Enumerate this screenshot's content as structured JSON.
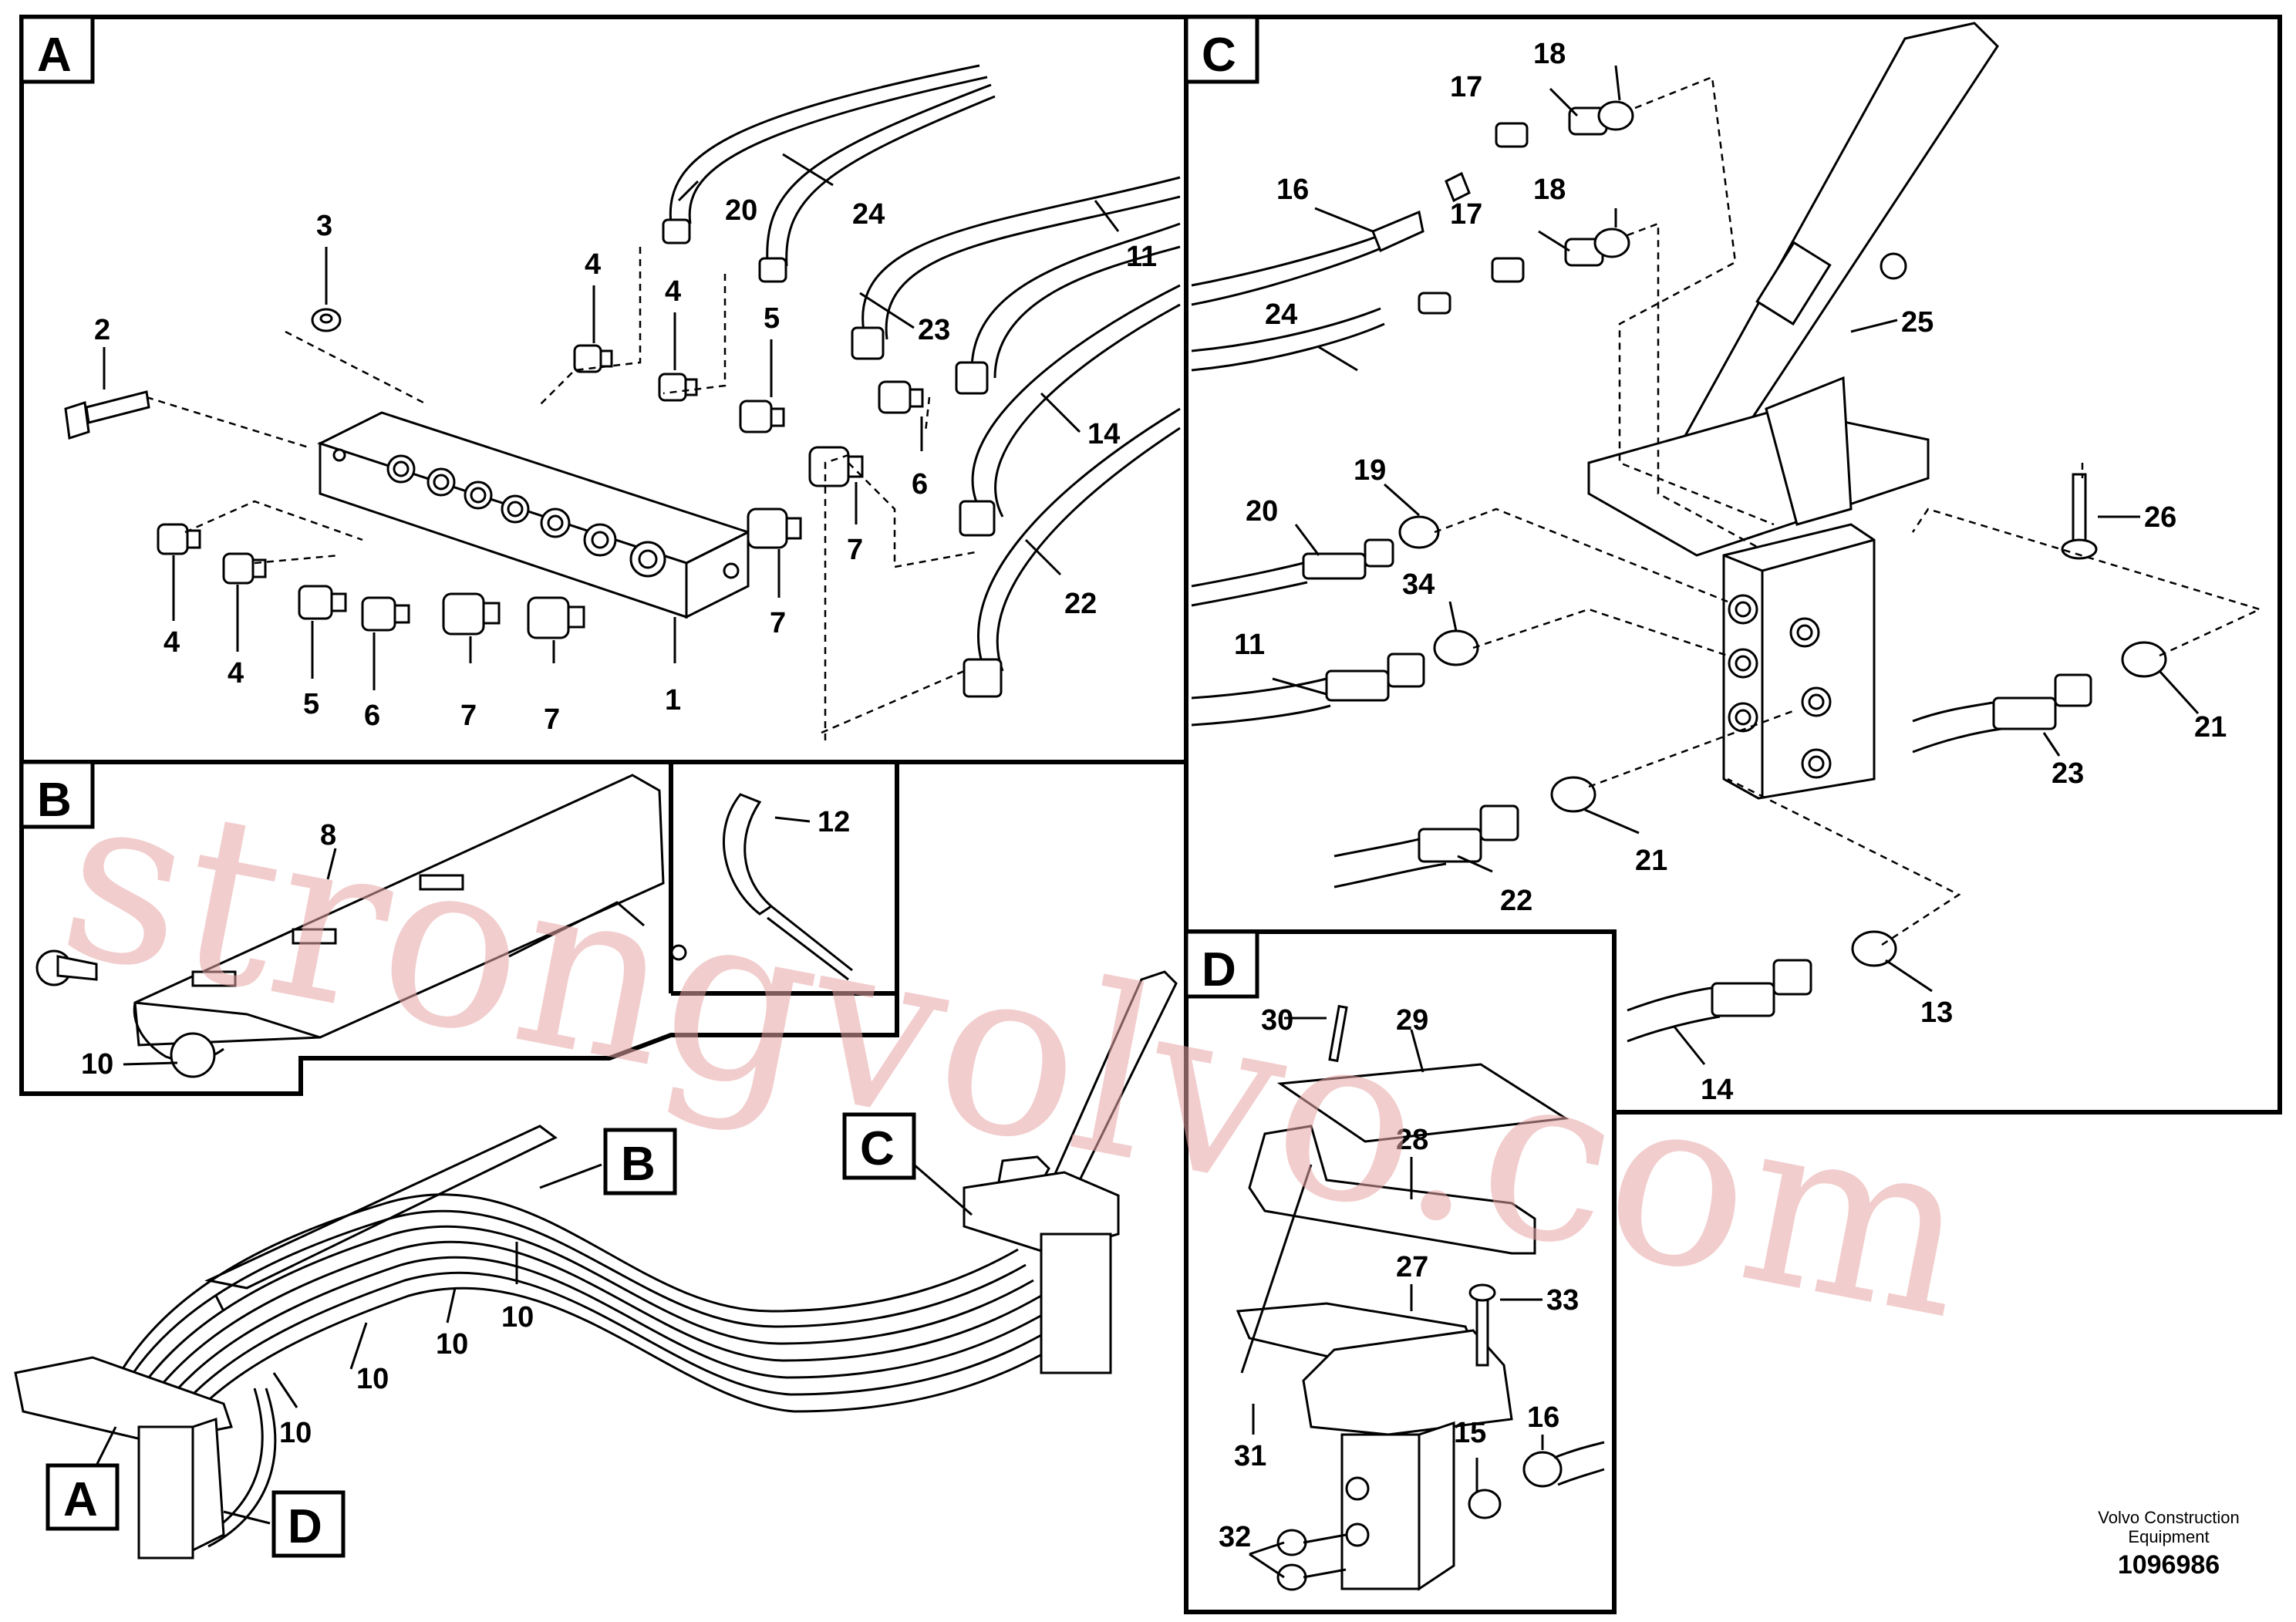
{
  "watermark": "strongvolvo.com",
  "panels": {
    "A": {
      "letter": "A",
      "callouts": [
        "20",
        "24",
        "11",
        "3",
        "4",
        "4",
        "5",
        "23",
        "2",
        "14",
        "6",
        "4",
        "4",
        "5",
        "6",
        "7",
        "7",
        "1",
        "7",
        "7",
        "22"
      ]
    },
    "B": {
      "letter": "B",
      "callouts": [
        "8",
        "12",
        "10"
      ]
    },
    "C": {
      "letter": "C",
      "callouts": [
        "18",
        "17",
        "16",
        "18",
        "17",
        "24",
        "25",
        "19",
        "20",
        "26",
        "34",
        "11",
        "21",
        "23",
        "22",
        "21",
        "13",
        "14"
      ]
    },
    "D": {
      "letter": "D",
      "callouts": [
        "30",
        "29",
        "28",
        "27",
        "33",
        "31",
        "15",
        "16",
        "32"
      ]
    }
  },
  "overview": {
    "callouts": [
      "10",
      "10",
      "10",
      "10"
    ],
    "markers": [
      "A",
      "B",
      "C",
      "D"
    ]
  },
  "footer": {
    "company_line1": "Volvo Construction",
    "company_line2": "Equipment",
    "drawing_number": "1096986"
  }
}
